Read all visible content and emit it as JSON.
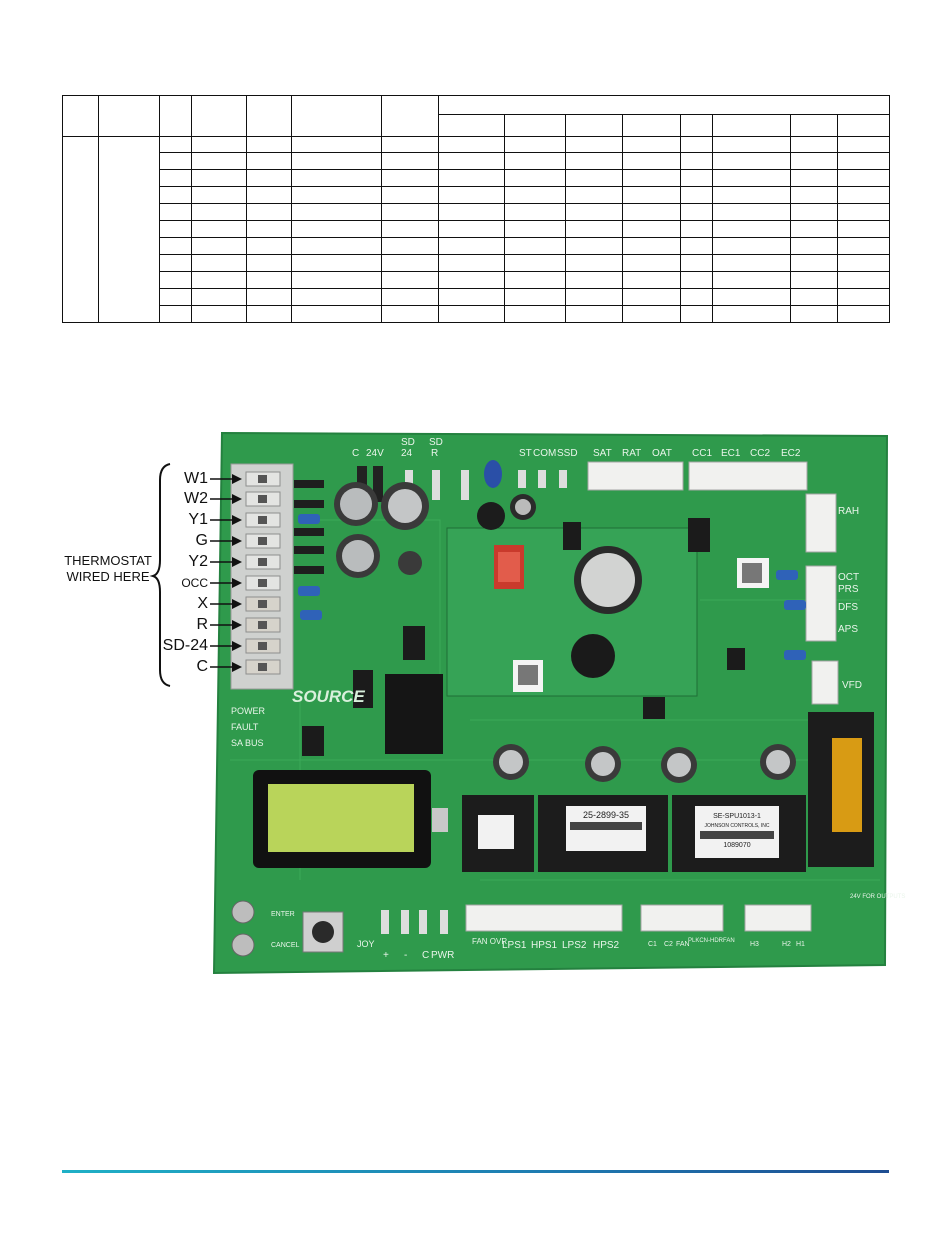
{
  "thermostat_label": "THERMOSTAT WIRED HERE",
  "terminals": [
    "W1",
    "W2",
    "Y1",
    "G",
    "Y2",
    "OCC",
    "X",
    "R",
    "SD-24",
    "C"
  ],
  "board": {
    "top_silk": [
      "C",
      "24V",
      "SD",
      "24",
      "SD",
      "R",
      "ST",
      "COM",
      "SSD",
      "SAT",
      "RAT",
      "OAT",
      "CC1",
      "EC1",
      "CC2",
      "EC2"
    ],
    "right_silk": [
      "RAH",
      "OCT",
      "PRS",
      "DFS",
      "APS",
      "VFD"
    ],
    "left_silk": [
      "POWER",
      "FAULT",
      "SA BUS"
    ],
    "bottom_silk": [
      "FAN OVR",
      "LPS1",
      "HPS1",
      "LPS2",
      "HPS2",
      "C1",
      "C2",
      "FAN",
      "PLKCN-HDRFAN",
      "H3",
      "H2",
      "H1",
      "JOY",
      "+",
      "-",
      "C",
      "PWR",
      "ENTER",
      "CANCEL",
      "24V FOR OUTPUTS"
    ],
    "relay_label_1": "25-2899-35",
    "relay_label_2_line1": "SE-SPU1013-1",
    "relay_label_2_line2": "JOHNSON CONTROLS, INC",
    "relay_label_2_line3": "1089070",
    "logo": "SOURCE"
  },
  "colors": {
    "board_green": "#2f9a4c",
    "board_dark": "#1f6f36",
    "rule_start": "#1fb0c6",
    "rule_end": "#1e4d92"
  }
}
